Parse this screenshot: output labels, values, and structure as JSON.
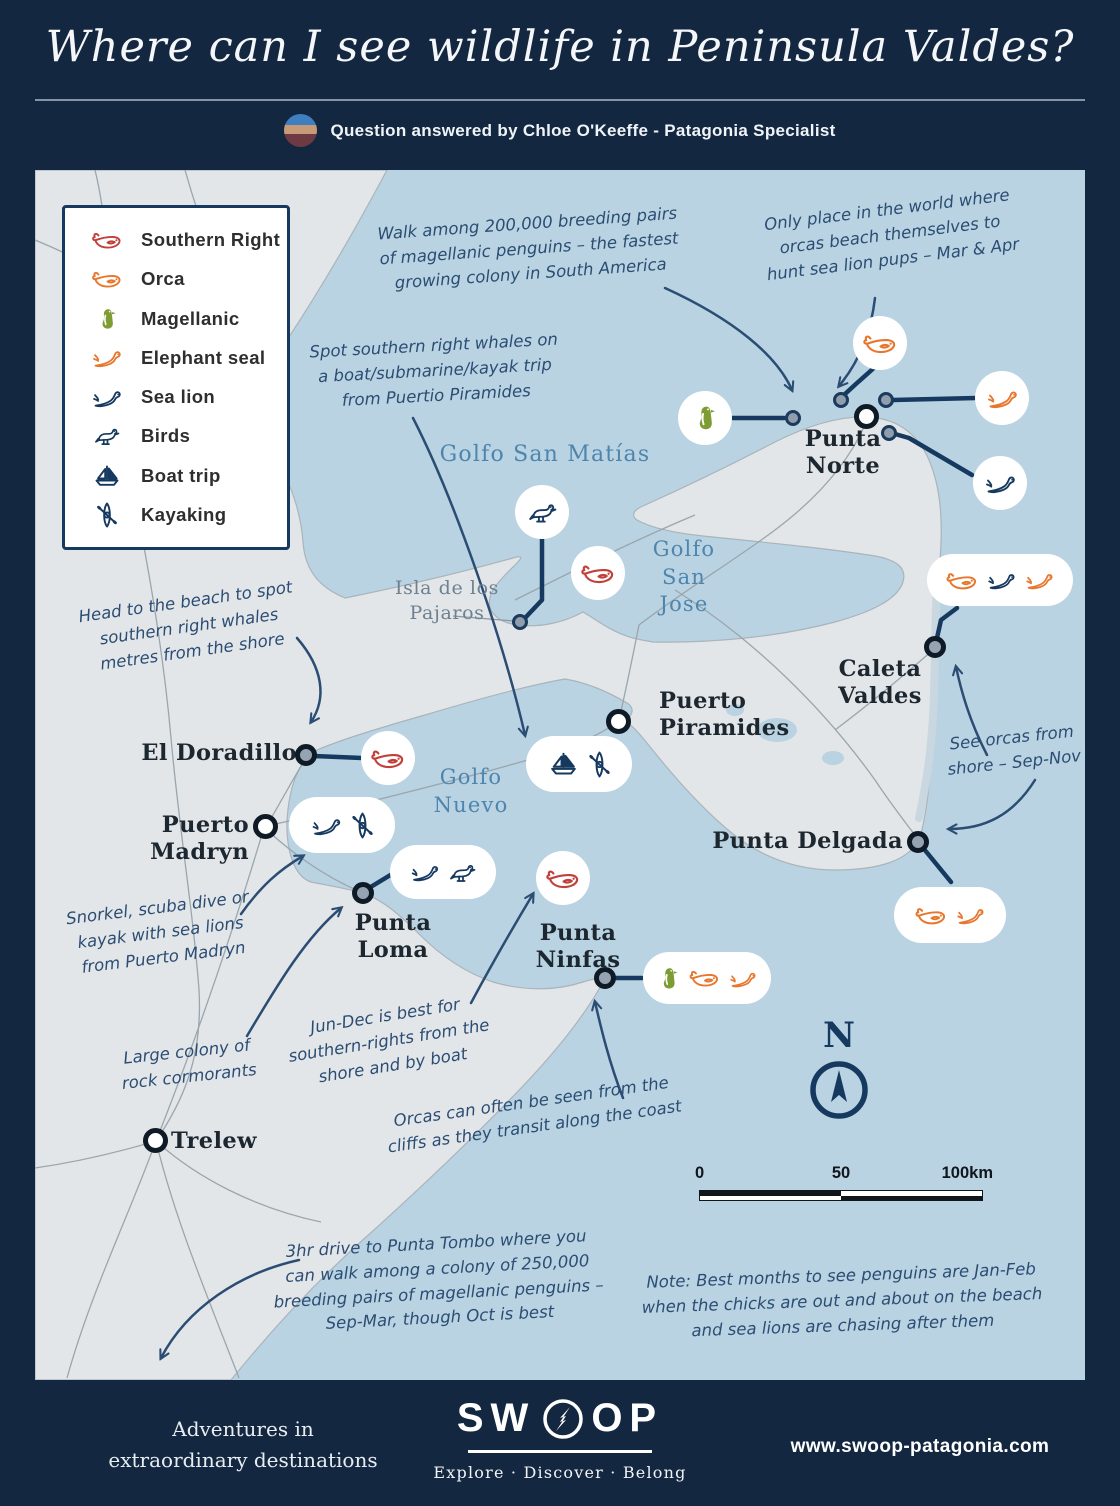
{
  "header": {
    "title": "Where can I see wildlife in Peninsula Valdes?",
    "byline": "Question answered by Chloe O'Keeffe - Patagonia Specialist"
  },
  "legend": {
    "items": [
      {
        "label": "Southern Right",
        "icon": "southern-right-whale",
        "color": "#c2403a"
      },
      {
        "label": "Orca",
        "icon": "orca-whale",
        "color": "#e8772e"
      },
      {
        "label": "Magellanic",
        "icon": "penguin",
        "color": "#7d9c33"
      },
      {
        "label": "Elephant seal",
        "icon": "elephant-seal",
        "color": "#e8772e"
      },
      {
        "label": "Sea lion",
        "icon": "sea-lion",
        "color": "#16395f"
      },
      {
        "label": "Birds",
        "icon": "bird",
        "color": "#16395f"
      },
      {
        "label": "Boat trip",
        "icon": "boat",
        "color": "#16395f"
      },
      {
        "label": "Kayaking",
        "icon": "kayak",
        "color": "#16395f"
      }
    ]
  },
  "map": {
    "water_labels": {
      "golfo_san_matias": "Golfo San Matías",
      "golfo_san_jose": "Golfo\nSan\nJose",
      "golfo_nuevo": "Golfo\nNuevo",
      "isla_pajaros": "Isla de los\nPajaros"
    },
    "places": {
      "punta_norte": "Punta\nNorte",
      "caleta_valdes": "Caleta\nValdes",
      "puerto_piramides": "Puerto\nPiramides",
      "el_doradillo": "El Doradillo",
      "puerto_madryn": "Puerto Madryn",
      "punta_loma": "Punta\nLoma",
      "punta_ninfas": "Punta\nNinfas",
      "punta_delgada": "Punta Delgada",
      "trelew": "Trelew"
    },
    "annotations": {
      "penguin_colony": "Walk among 200,000 breeding pairs\nof magellanic penguins – the fastest\ngrowing colony in South America",
      "orca_beaching": "Only place in the world where\norcas beach themselves to\nhunt sea lion pups – Mar & Apr",
      "spot_whales": "Spot southern right whales on\na boat/submarine/kayak trip\nfrom Puertio Piramides",
      "head_to_beach": "Head to the beach to spot\nsouthern right whales\nmetres from the shore",
      "see_orcas": "See orcas from\nshore – Sep-Nov",
      "snorkel": "Snorkel, scuba dive or\nkayak with sea lions\nfrom Puerto Madryn",
      "jun_dec": "Jun-Dec is best for\nsouthern-rights from the\nshore and by boat",
      "cormorants": "Large colony of\nrock cormorants",
      "orca_cliffs": "Orcas can often be seen from the\ncliffs as they transit along the coast",
      "punta_tombo": "3hr drive to Punta Tombo where you\ncan walk among a colony of 250,000\nbreeding pairs of magellanic penguins –\nSep-Mar, though Oct is best",
      "note": "Note: Best months to see penguins are Jan-Feb\nwhen the chicks are out and about on the beach\nand sea lions are chasing after them"
    },
    "compass_label": "N",
    "scale": {
      "start": "0",
      "mid": "50",
      "end": "100km"
    }
  },
  "footer": {
    "tagline_left": "Adventures in\nextraordinary destinations",
    "logo_left": "SW",
    "logo_right": "OP",
    "logo_tagline": "Explore · Discover · Belong",
    "website": "www.swoop-patagonia.com"
  },
  "colors": {
    "background": "#132840",
    "water": "#b9d3e2",
    "land": "#e3e6e9",
    "navy_icon": "#16395f",
    "southern_right_red": "#c2403a",
    "orca_orange": "#e8772e",
    "penguin_green": "#7d9c33",
    "annotation_ink": "#2b4d73",
    "water_label_blue": "#4d85ad"
  }
}
